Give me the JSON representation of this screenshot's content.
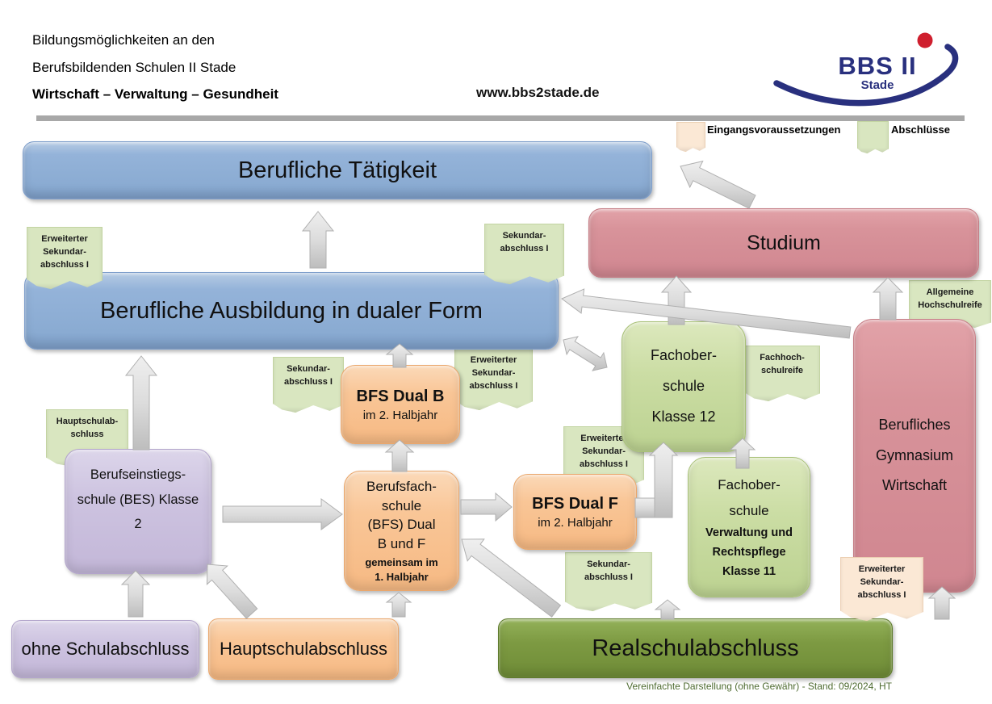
{
  "header": {
    "title_line1": "Bildungsmöglichkeiten an den",
    "title_line2": "Berufsbildenden Schulen II Stade",
    "title_line3": "Wirtschaft – Verwaltung – Gesundheit",
    "website": "www.bbs2stade.de"
  },
  "logo": {
    "name": "BBS II",
    "city": "Stade"
  },
  "legend": {
    "entry_requirements_label": "Eingangsvoraussetzungen",
    "degrees_label": "Abschlüsse"
  },
  "boxes": {
    "taetigkeit": {
      "label": "Berufliche Tätigkeit"
    },
    "studium": {
      "label": "Studium"
    },
    "ausbildung": {
      "label": "Berufliche Ausbildung in dualer Form"
    },
    "bfs_dual_b": {
      "title": "BFS Dual B",
      "subtitle": "im 2. Halbjahr"
    },
    "bfs": {
      "line1": "Berufsfach-",
      "line2": "schule",
      "line3": "(BFS) Dual",
      "line4": "B und F",
      "line5": "gemeinsam im",
      "line6": "1. Halbjahr"
    },
    "bfs_dual_f": {
      "title": "BFS Dual F",
      "subtitle": "im 2. Halbjahr"
    },
    "fos12": {
      "line1": "Fachober-",
      "line2": "schule",
      "line3": "Klasse 12"
    },
    "fos11": {
      "line1": "Fachober-",
      "line2": "schule",
      "line3": "Verwaltung und",
      "line4": "Rechtspflege",
      "line5": "Klasse 11"
    },
    "gymnasium": {
      "line1": "Berufliches",
      "line2": "Gymnasium",
      "line3": "Wirtschaft"
    },
    "bes": {
      "line1": "Berufseinstiegs-",
      "line2": "schule (BES) Klasse",
      "line3": "2"
    },
    "ohne": {
      "label": "ohne Schulabschluss"
    },
    "haupt": {
      "label": "Hauptschulabschluss"
    },
    "real": {
      "label": "Realschulabschluss"
    }
  },
  "note_texts": {
    "erw": [
      "Erweiterter",
      "Sekundar-",
      "abschluss I"
    ],
    "sek": [
      "Sekundar-",
      "abschluss I"
    ],
    "haupt": [
      "Hauptschulab-",
      "schluss"
    ],
    "fachhoch": [
      "Fachhoch-",
      "schulreife"
    ],
    "allg": [
      "Allgemeine",
      "Hochschulreife"
    ]
  },
  "footer": {
    "text": "Vereinfachte Darstellung (ohne Gewähr) - Stand: 09/2024, HT"
  },
  "colors": {
    "blue_box": "#8fafd4",
    "pink_box": "#d8939a",
    "orange_box": "#f9c697",
    "purple_box": "#cdc3e0",
    "light_green_box": "#c7db9c",
    "dark_green_box": "#7d9a42",
    "note_green": "#d9e6c0",
    "note_peach": "#fbe8d5",
    "arrow_gray": "#cfcfcf",
    "separator_gray": "#a8a8a8",
    "logo_navy": "#29307e",
    "logo_red": "#cf1f2e",
    "footer_green": "#4e6b30"
  }
}
